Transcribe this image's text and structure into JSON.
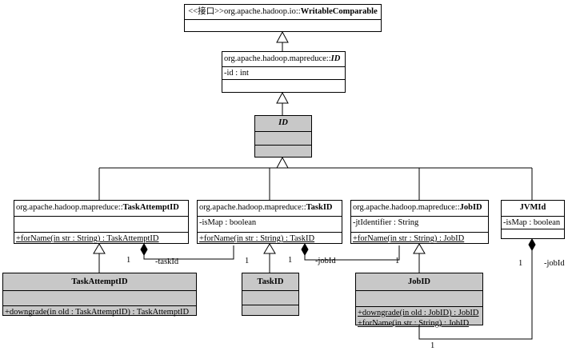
{
  "classes": {
    "writable": {
      "stereotype": "<<接口>>",
      "package": "org.apache.hadoop.io::",
      "name": "WritableComparable"
    },
    "abstract_id": {
      "package": "org.apache.hadoop.mapreduce::",
      "name": "ID",
      "attribute": "-id : int"
    },
    "id": {
      "name": "ID"
    },
    "mr_task_attempt": {
      "package": "org.apache.hadoop.mapreduce::",
      "name": "TaskAttemptID",
      "method": "+forName(in str : String) : TaskAttemptID"
    },
    "mr_task": {
      "package": "org.apache.hadoop.mapreduce::",
      "name": "TaskID",
      "attribute": "-isMap : boolean",
      "method": "+forName(in str : String) : TaskID"
    },
    "mr_job": {
      "package": "org.apache.hadoop.mapreduce::",
      "name": "JobID",
      "attribute": "-jtIdentifier : String",
      "method": "+forName(in str : String) : JobID"
    },
    "jvmid": {
      "name": "JVMId",
      "attribute": "-isMap : boolean"
    },
    "task_attempt": {
      "name": "TaskAttemptID",
      "method": "+downgrade(in old : TaskAttemptID) : TaskAttemptID"
    },
    "task": {
      "name": "TaskID"
    },
    "job": {
      "name": "JobID",
      "method1": "+downgrade(in old : JobID) : JobID",
      "method2": "+forName(in str : String) : JobID"
    }
  },
  "associations": {
    "task_id": {
      "role": "-taskId",
      "multiplicity_a": "1",
      "multiplicity_b": "1"
    },
    "job_id": {
      "role": "-jobId",
      "multiplicity_a": "1",
      "multiplicity_b": "1"
    },
    "jvm_job_id": {
      "role": "-jobId",
      "multiplicity_a": "1",
      "multiplicity_b": "1"
    }
  }
}
